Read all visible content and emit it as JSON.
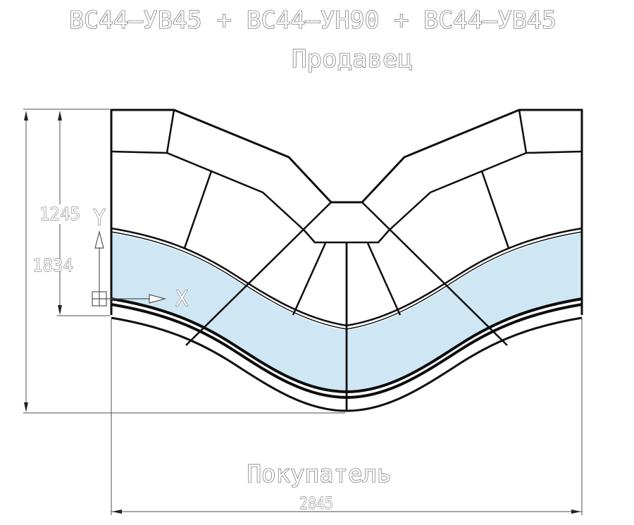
{
  "title": "ВС44–УВ45 + ВС44–УН90 + ВС44–УВ45",
  "labels": {
    "seller": "Продавец",
    "buyer": "Покупатель"
  },
  "dimensions": {
    "height_total": "1834",
    "height_back": "1245",
    "width_total": "2845"
  },
  "axes": {
    "x": "X",
    "y": "Y"
  },
  "icons": {
    "ucs_origin": "ucs-origin-square",
    "x_arrow": "x-axis-arrow",
    "y_arrow": "y-axis-arrow"
  },
  "colors": {
    "glass_blue": "#cfe7f5",
    "line_black": "#0d0d0d",
    "dim_gray": "#4d4d4d",
    "axis_gray": "#555555",
    "text_gray": "#474747",
    "background": "#ffffff"
  }
}
